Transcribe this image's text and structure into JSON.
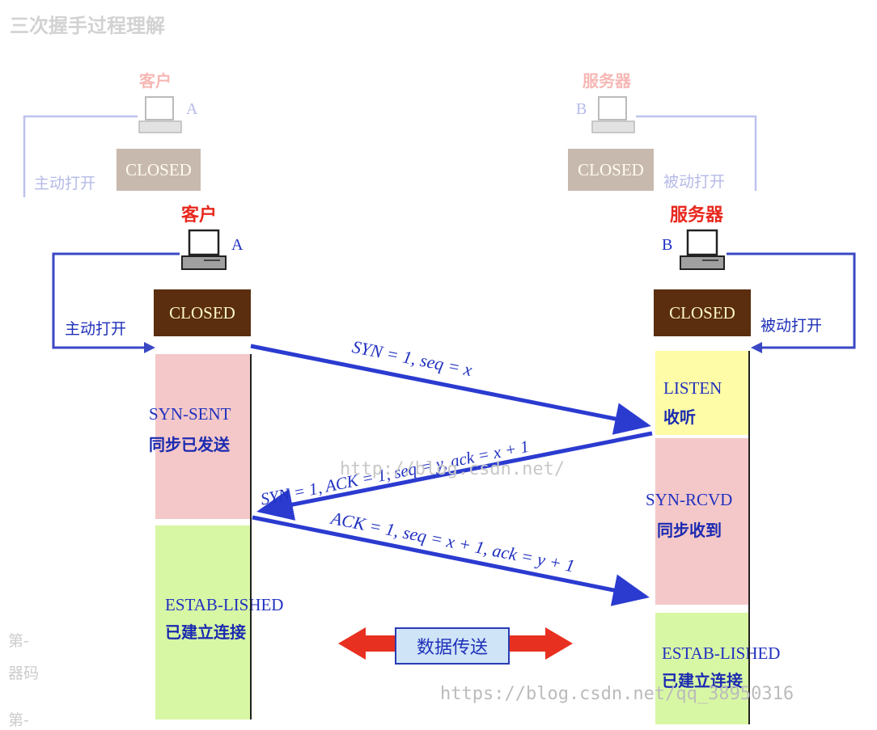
{
  "page_title": "三次握手过程理解",
  "client_label": "客户",
  "server_label": "服务器",
  "client_letter": "A",
  "server_letter": "B",
  "active_open": "主动打开",
  "passive_open": "被动打开",
  "closed": "CLOSED",
  "client_states": [
    {
      "en": "SYN-SENT",
      "cn": "同步已发送"
    },
    {
      "en": "ESTAB-LISHED",
      "cn": "已建立连接"
    }
  ],
  "server_states": [
    {
      "en": "LISTEN",
      "cn": "收听"
    },
    {
      "en": "SYN-RCVD",
      "cn": "同步收到"
    },
    {
      "en": "ESTAB-LISHED",
      "cn": "已建立连接"
    }
  ],
  "messages": {
    "syn": "SYN = 1, seq = x",
    "syn_ack": "SYN = 1, ACK = 1, seq = y, ack = x + 1",
    "ack": "ACK = 1, seq = x + 1, ack = y + 1"
  },
  "data_transfer": "数据传送",
  "watermarks": {
    "center": "http://blog.csdn.net/",
    "bottom": "https://blog.csdn.net/qq_38950316"
  },
  "left_fragments": [
    "第-",
    "器码",
    "第-"
  ],
  "colors": {
    "client_line": "#3a48c4",
    "arrow": "#2b3bd0",
    "closed_box": "#5a2e0e",
    "listen_fill": "#fefca6",
    "rcvd_fill": "#f4c8c8",
    "sent_fill": "#f4c8c8",
    "established_fill": "#d8f7a4",
    "red_arrow": "#e83020"
  }
}
